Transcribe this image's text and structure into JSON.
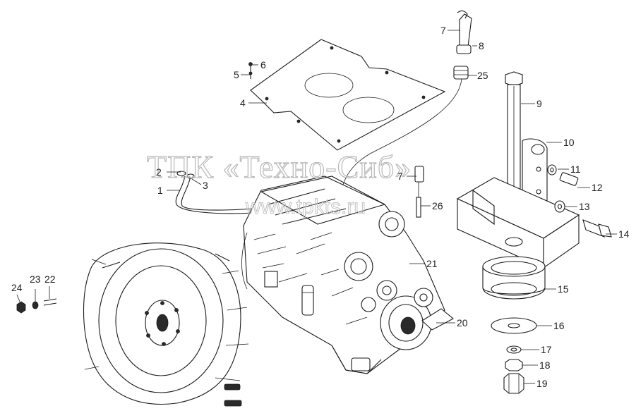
{
  "watermark": {
    "line1": "ТПК «Техно-Сиб»",
    "line2": "www.tpkts.ru"
  },
  "callouts": {
    "c1": "1",
    "c2": "2",
    "c3": "3",
    "c4": "4",
    "c5": "5",
    "c6": "6",
    "c7a": "7",
    "c7b": "7",
    "c8": "8",
    "c9": "9",
    "c10": "10",
    "c11": "11",
    "c12": "12",
    "c13": "13",
    "c14": "14",
    "c15": "15",
    "c16": "16",
    "c17": "17",
    "c18": "18",
    "c19": "19",
    "c20": "20",
    "c21": "21",
    "c22": "22",
    "c23": "23",
    "c24": "24",
    "c25": "25",
    "c26": "26"
  }
}
